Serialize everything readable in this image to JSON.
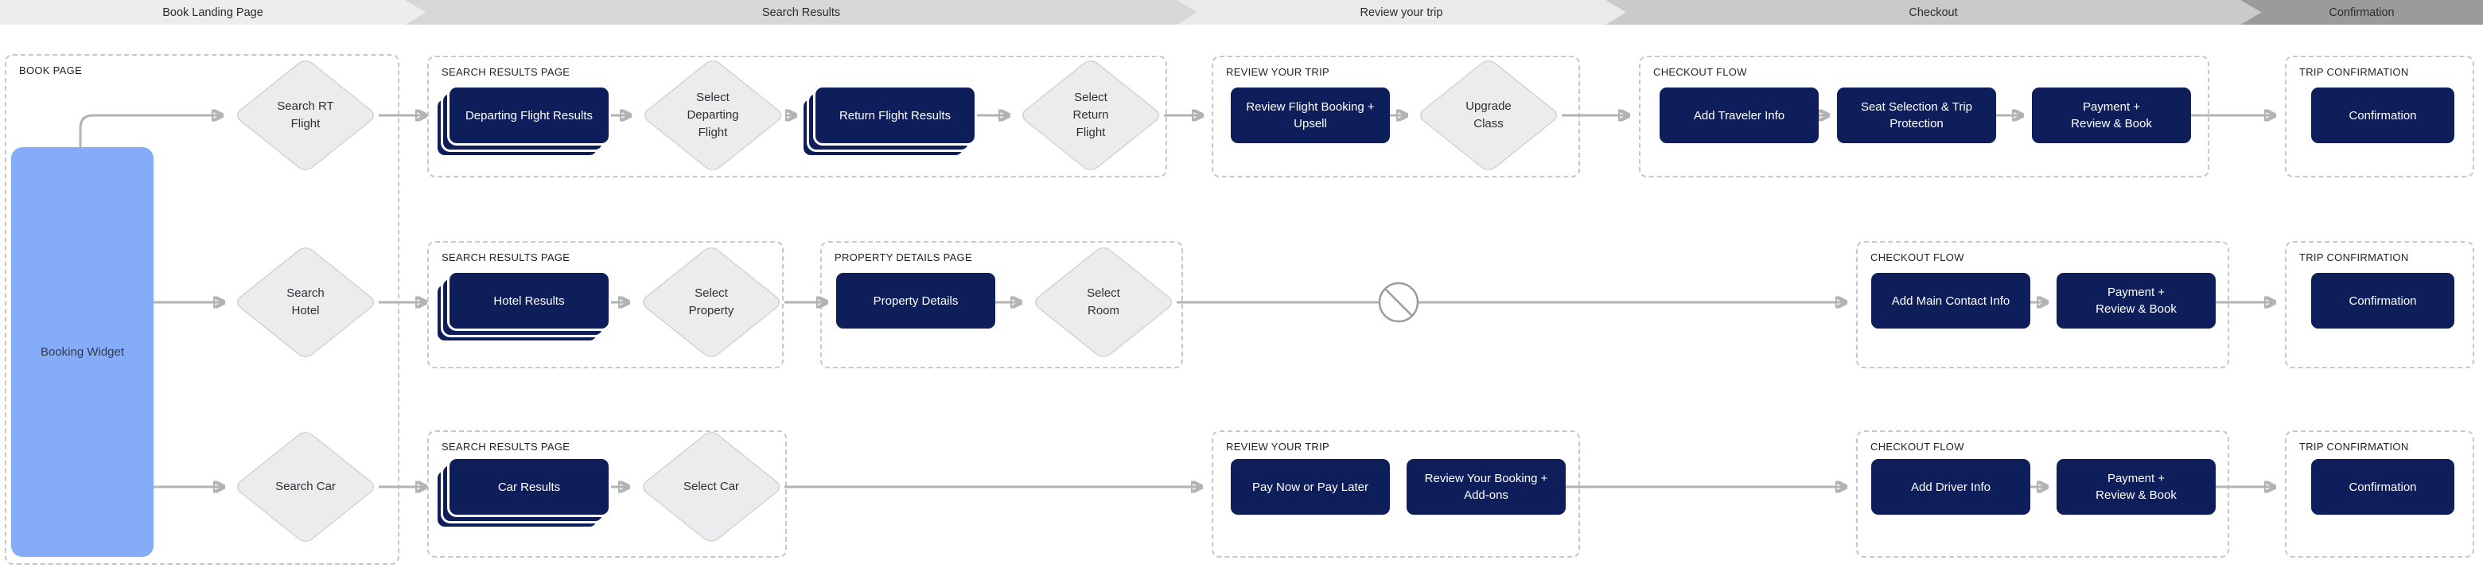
{
  "stage_bar": {
    "stages": [
      {
        "label": "Book Landing Page",
        "color": "#ebedef"
      },
      {
        "label": "Search Results",
        "color": "#d6d7d8"
      },
      {
        "label": "Review your trip",
        "color": "#e9eaeb"
      },
      {
        "label": "Checkout",
        "color": "#c9cacb"
      },
      {
        "label": "Confirmation",
        "color": "#9b9b9d"
      }
    ]
  },
  "book_page": {
    "label": "BOOK PAGE",
    "booking_widget": "Booking Widget",
    "search_rt_flight": "Search RT\nFlight",
    "search_hotel": "Search\nHotel",
    "search_car": "Search Car"
  },
  "flight_row": {
    "search_results": {
      "label": "SEARCH RESULTS PAGE",
      "departing_flight_results": "Departing Flight Results",
      "select_departing_flight": "Select\nDeparting\nFlight",
      "return_flight_results": "Return Flight Results",
      "select_return_flight": "Select\nReturn\nFlight"
    },
    "review_trip": {
      "label": "REVIEW YOUR TRIP",
      "review_flight_booking": "Review Flight Booking +\nUpsell",
      "upgrade_class": "Upgrade\nClass"
    },
    "checkout": {
      "label": "CHECKOUT FLOW",
      "add_traveler_info": "Add Traveler Info",
      "seat_selection": "Seat Selection & Trip\nProtection",
      "payment_review_book": "Payment +\nReview & Book"
    },
    "confirmation": {
      "label": "TRIP CONFIRMATION",
      "confirmation": "Confirmation"
    }
  },
  "hotel_row": {
    "search_results": {
      "label": "SEARCH RESULTS PAGE",
      "hotel_results": "Hotel Results",
      "select_property": "Select\nProperty"
    },
    "property_details": {
      "label": "PROPERTY DETAILS PAGE",
      "property_details": "Property Details",
      "select_room": "Select\nRoom"
    },
    "checkout": {
      "label": "CHECKOUT FLOW",
      "add_main_contact_info": "Add Main Contact Info",
      "payment_review_book": "Payment +\nReview & Book"
    },
    "confirmation": {
      "label": "TRIP CONFIRMATION",
      "confirmation": "Confirmation"
    }
  },
  "car_row": {
    "search_results": {
      "label": "SEARCH RESULTS PAGE",
      "car_results": "Car Results",
      "select_car": "Select Car"
    },
    "review_trip": {
      "label": "REVIEW YOUR TRIP",
      "pay_now_or_later": "Pay Now or Pay Later",
      "review_booking_addons": "Review Your Booking +\nAdd-ons"
    },
    "checkout": {
      "label": "CHECKOUT FLOW",
      "add_driver_info": "Add Driver Info",
      "payment_review_book": "Payment +\nReview & Book"
    },
    "confirmation": {
      "label": "TRIP CONFIRMATION",
      "confirmation": "Confirmation"
    }
  },
  "colors": {
    "card_navy": "#0d1e5a",
    "widget_blue": "#85acf8",
    "diamond_fill": "#ebeced",
    "connector_gray": "#b2b3b5"
  }
}
